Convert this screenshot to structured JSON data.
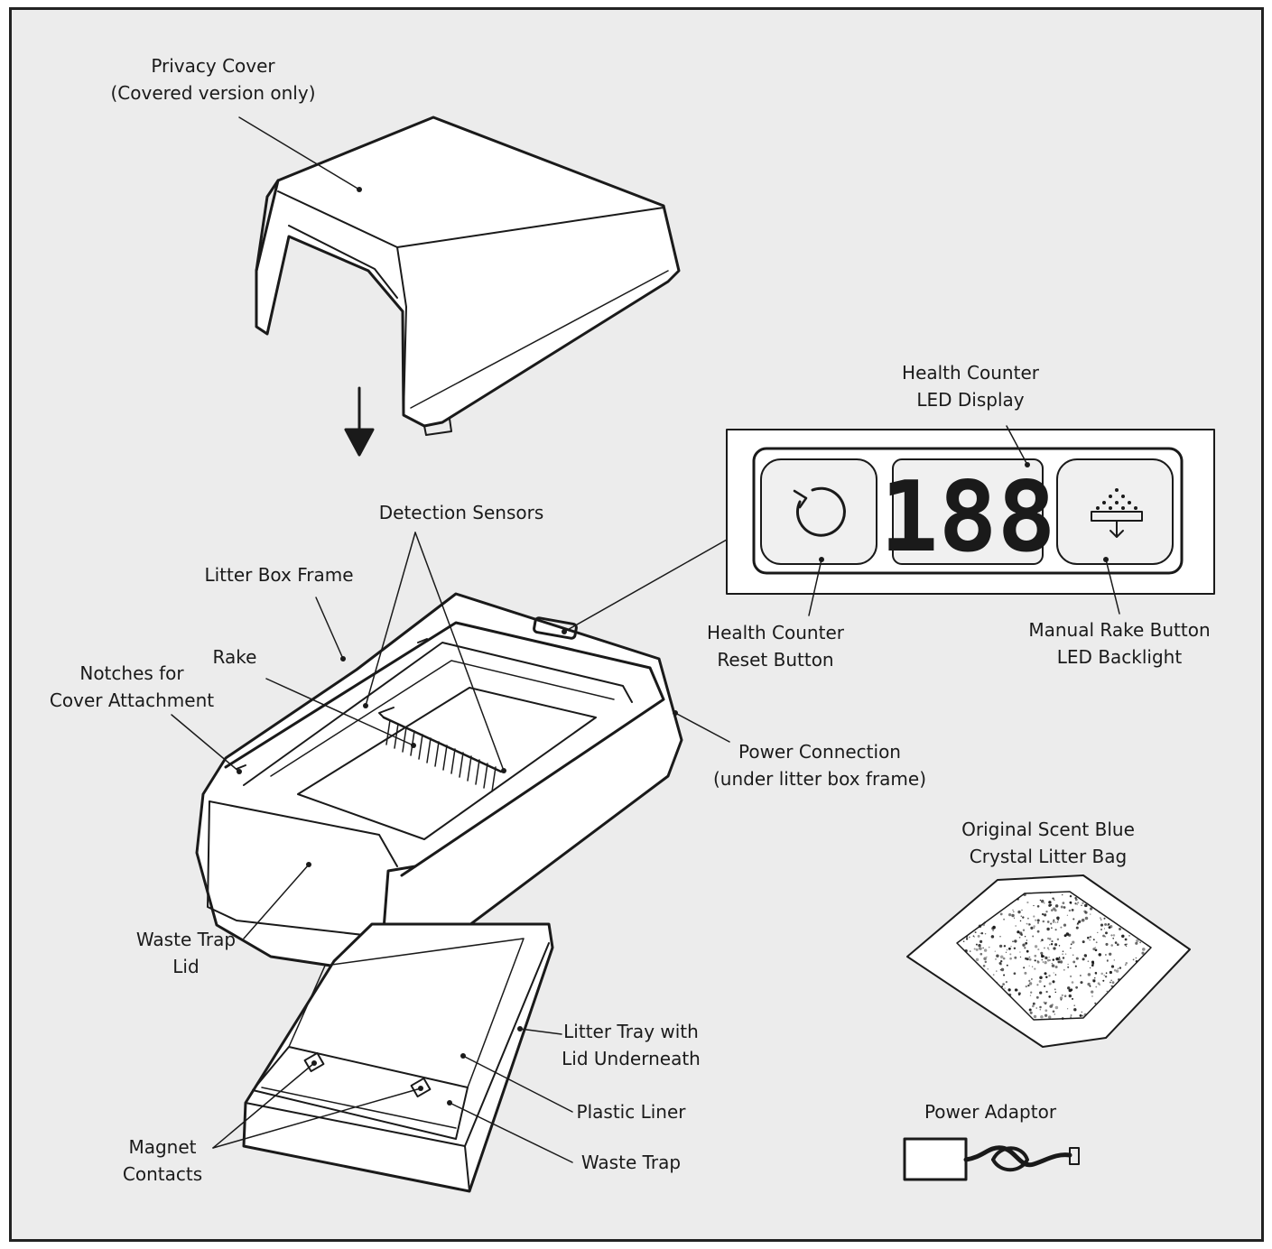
{
  "labels": {
    "privacy_cover": [
      "Privacy Cover",
      "(Covered version only)"
    ],
    "health_counter_display": [
      "Health Counter",
      "LED Display"
    ],
    "detection_sensors": [
      "Detection Sensors"
    ],
    "litter_box_frame": [
      "Litter Box Frame"
    ],
    "rake": [
      "Rake"
    ],
    "notches": [
      "Notches for",
      "Cover Attachment"
    ],
    "reset_button": [
      "Health Counter",
      "Reset Button"
    ],
    "manual_rake_button": [
      "Manual Rake Button",
      "LED Backlight"
    ],
    "power_connection": [
      "Power Connection",
      "(under litter box frame)"
    ],
    "litter_bag": [
      "Original Scent Blue",
      "Crystal Litter Bag"
    ],
    "waste_trap_lid": [
      "Waste Trap",
      "Lid"
    ],
    "litter_tray": [
      "Litter Tray with",
      "Lid Underneath"
    ],
    "plastic_liner": [
      "Plastic Liner"
    ],
    "waste_trap": [
      "Waste Trap"
    ],
    "magnet_contacts": [
      "Magnet",
      "Contacts"
    ],
    "power_adaptor": [
      "Power Adaptor"
    ]
  },
  "display": {
    "digits": "188"
  },
  "colors": {
    "background": "#ececec",
    "line": "#1a1a1a",
    "panel": "#ffffff"
  }
}
